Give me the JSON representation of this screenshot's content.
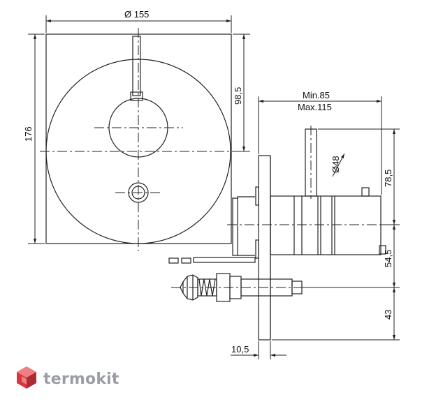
{
  "dimensions": {
    "plate_diameter": "Ø 155",
    "plate_height": "176",
    "lever_offset": "98,5",
    "depth_min": "Min.85",
    "depth_max": "Max.115",
    "handle_diameter": "Ø48",
    "height_top": "78,5",
    "height_mid": "54,5",
    "height_bottom": "43",
    "plate_thickness": "10,5"
  },
  "brand": {
    "name": "termokit",
    "colors": {
      "top": "#f07f83",
      "left": "#d9363e",
      "right": "#b02a31"
    }
  },
  "colors": {
    "line": "#222222",
    "background": "#ffffff"
  }
}
